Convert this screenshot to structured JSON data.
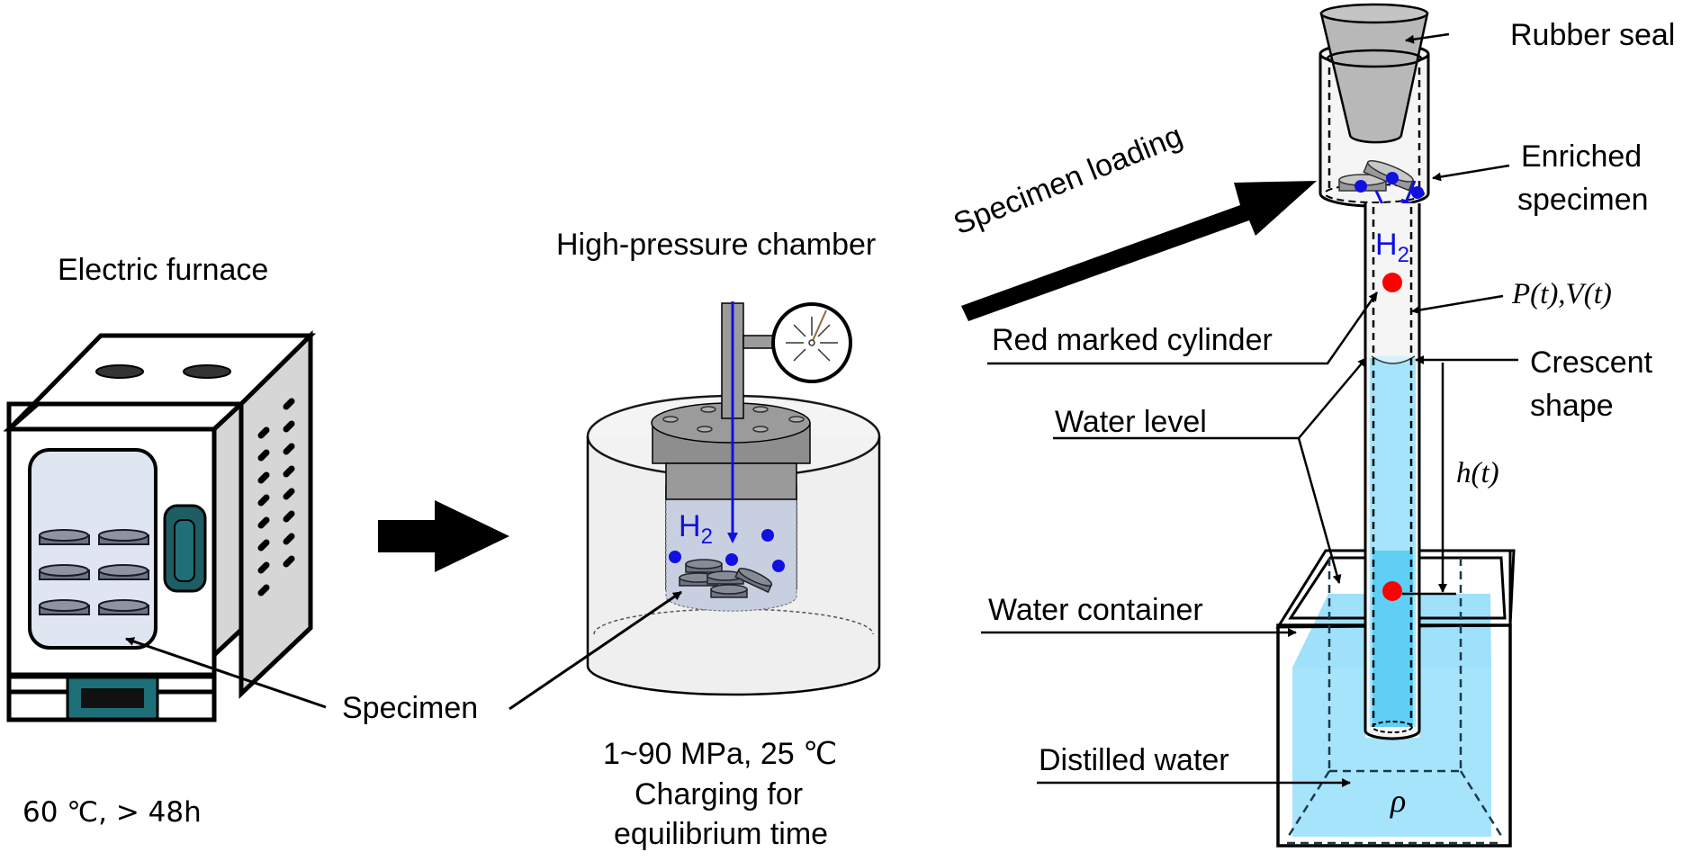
{
  "stages": {
    "furnace": {
      "title": "Electric furnace",
      "condition": "60 ℃, > 48h"
    },
    "chamber": {
      "title": "High-pressure chamber",
      "condition_line1": "1~90 MPa, 25 ℃",
      "condition_line2": "Charging for",
      "condition_line3": "equilibrium time",
      "gas_label": "H",
      "gas_subscript": "2"
    },
    "measurement": {
      "loading_label": "Specimen loading",
      "gas_label": "H",
      "gas_subscript": "2"
    }
  },
  "labels": {
    "specimen": "Specimen",
    "rubber_seal": "Rubber seal",
    "enriched_line1": "Enriched",
    "enriched_line2": "specimen",
    "pv": "P(t),V(t)",
    "red_marked_cylinder": "Red marked cylinder",
    "crescent_line1": "Crescent",
    "crescent_line2": "shape",
    "water_level": "Water level",
    "h": "h(t)",
    "water_container": "Water container",
    "distilled_water": "Distilled water",
    "rho": "ρ"
  },
  "colors": {
    "hydrogen": "#1010e0",
    "marker": "#ff0000",
    "water": "#a6e4fb",
    "water_dark": "#5fcff5",
    "handle": "#1e6f78",
    "window": "#dfe6f2",
    "panel": "#d6d6d6"
  }
}
